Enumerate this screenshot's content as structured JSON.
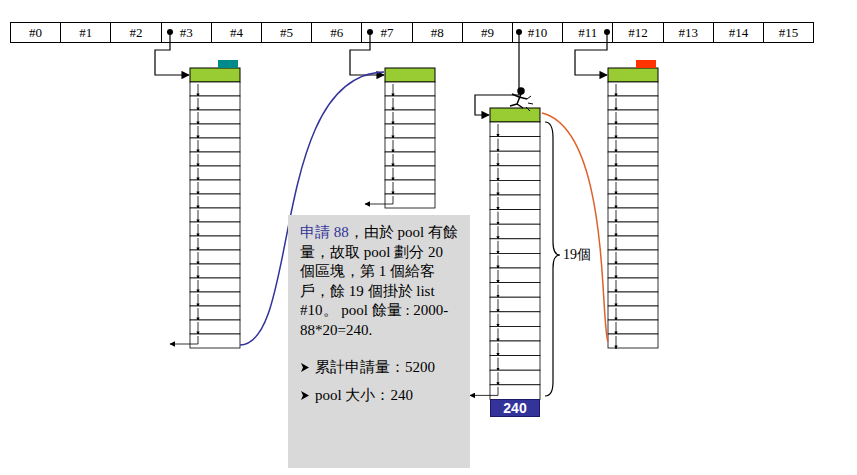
{
  "diagram": {
    "nodes": [
      {
        "text": [
          "#0"
        ]
      },
      {
        "text": [
          "#1"
        ]
      },
      {
        "text": [
          "#2"
        ]
      },
      {
        "text": [
          "#3"
        ]
      },
      {
        "text": [
          "#4"
        ]
      },
      {
        "text": [
          "#5"
        ]
      },
      {
        "text": [
          "#6"
        ]
      },
      {
        "text": [
          "#7"
        ]
      },
      {
        "text": [
          "#8"
        ]
      },
      {
        "text": [
          "#9"
        ]
      },
      {
        "text": [
          "#10"
        ]
      },
      {
        "text": [
          "#11"
        ]
      },
      {
        "text": [
          "#12"
        ]
      },
      {
        "text": [
          "#13"
        ]
      },
      {
        "text": [
          "#14"
        ]
      },
      {
        "text": [
          "#15"
        ]
      },
      {
        "text": [
          "申請 88",
          "，由於 pool 有餘量，故取 pool 劃分 20 個區塊，第 1 個給客戶，餘 19 個掛於 list #10。 pool 餘量 : 2000- 88*20=240.",
          "累計申請量：5200",
          "pool 大小：240"
        ]
      },
      {
        "text": [
          "240"
        ]
      }
    ],
    "labels": [
      "19個"
    ]
  }
}
